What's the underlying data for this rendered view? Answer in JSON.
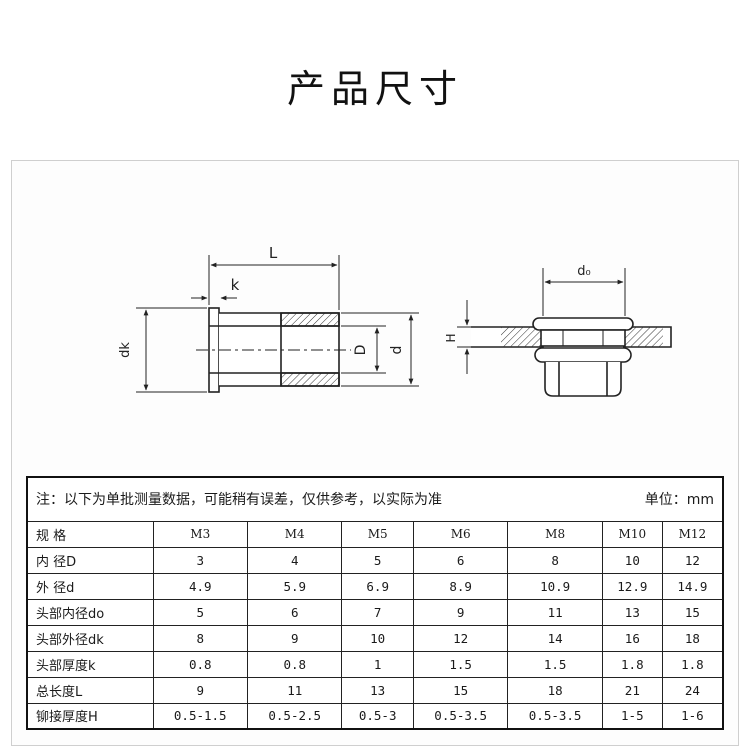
{
  "page": {
    "title": "产品尺寸"
  },
  "drawing": {
    "left_view": {
      "dim_L": "L",
      "dim_k": "k",
      "dim_dk": "dk",
      "dim_D": "D",
      "dim_d": "d"
    },
    "right_view": {
      "dim_do": "d₀",
      "dim_H": "H"
    }
  },
  "table": {
    "note": "注：以下为单批测量数据，可能稍有误差，仅供参考，以实际为准",
    "unit": "单位：mm",
    "columns": [
      "M3",
      "M4",
      "M5",
      "M6",
      "M8",
      "M10",
      "M12"
    ],
    "rows": [
      {
        "label": "规 格",
        "values": [
          "M3",
          "M4",
          "M5",
          "M6",
          "M8",
          "M10",
          "M12"
        ]
      },
      {
        "label": "内 径D",
        "values": [
          "3",
          "4",
          "5",
          "6",
          "8",
          "10",
          "12"
        ]
      },
      {
        "label": "外 径d",
        "values": [
          "4.9",
          "5.9",
          "6.9",
          "8.9",
          "10.9",
          "12.9",
          "14.9"
        ]
      },
      {
        "label": "头部内径do",
        "values": [
          "5",
          "6",
          "7",
          "9",
          "11",
          "13",
          "15"
        ]
      },
      {
        "label": "头部外径dk",
        "values": [
          "8",
          "9",
          "10",
          "12",
          "14",
          "16",
          "18"
        ]
      },
      {
        "label": "头部厚度k",
        "values": [
          "0.8",
          "0.8",
          "1",
          "1.5",
          "1.5",
          "1.8",
          "1.8"
        ]
      },
      {
        "label": "总长度L",
        "values": [
          "9",
          "11",
          "13",
          "15",
          "18",
          "21",
          "24"
        ]
      },
      {
        "label": "铆接厚度H",
        "values": [
          "0.5-1.5",
          "0.5-2.5",
          "0.5-3",
          "0.5-3.5",
          "0.5-3.5",
          "1-5",
          "1-6"
        ]
      }
    ]
  }
}
